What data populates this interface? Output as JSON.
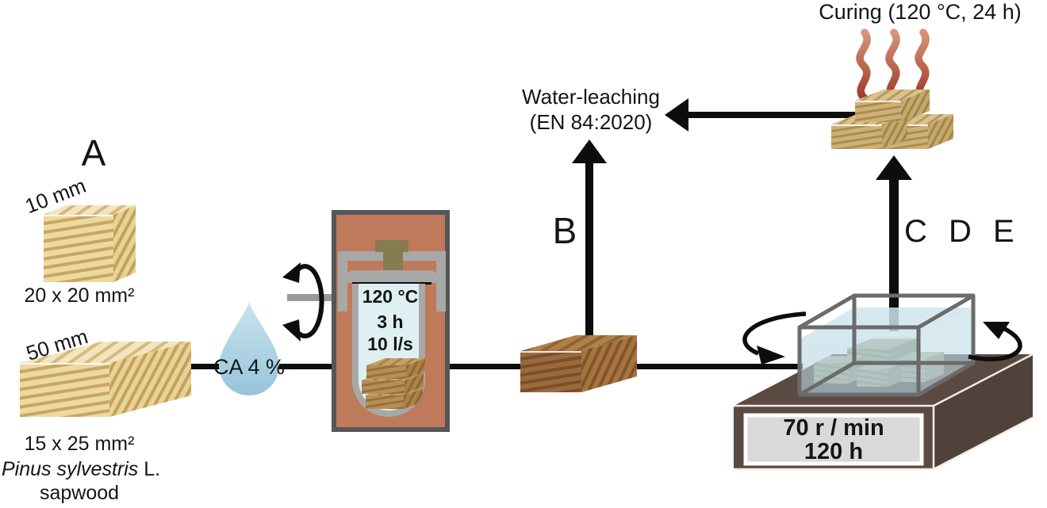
{
  "samples": {
    "group_label": "A",
    "cube": {
      "length_label": "10 mm",
      "cross_section_label": "20 x 20 mm²"
    },
    "stick": {
      "length_label": "50 mm",
      "cross_section_label": "15 x 25 mm²"
    },
    "species_italic": "Pinus sylvestris",
    "species_suffix": " L.",
    "species_line2": "sapwood"
  },
  "impregnation": {
    "droplet_label": "CA 4 %",
    "reactor": {
      "temperature": "120 °C",
      "duration": "3 h",
      "rate": "10 l/s"
    }
  },
  "leaching": {
    "arrow_label": "B",
    "title": "Water-leaching",
    "standard": "(EN 84:2020)"
  },
  "curing": {
    "title": "Curing (120 °C, 24 h)"
  },
  "shaking": {
    "arrow_label": "C D E",
    "speed": "70 r / min",
    "duration": "120 h"
  },
  "colors": {
    "wood_tan": "#e3cc96",
    "wood_treated": "#94653a",
    "wood_cured": "#c3ad74",
    "wood_submerged": "#a4a489",
    "reactor_body": "#bf7a5b",
    "metal_gray": "#a8a8a8",
    "knob_olive": "#857c4f",
    "droplet_blue": "#b5d8e8",
    "water_blue": "#bcd9e4",
    "heat_red": "#b34a31",
    "platform_brown": "#5a4a42",
    "plate_gray": "#d9d9d9",
    "line_black": "#0d0d0d"
  }
}
